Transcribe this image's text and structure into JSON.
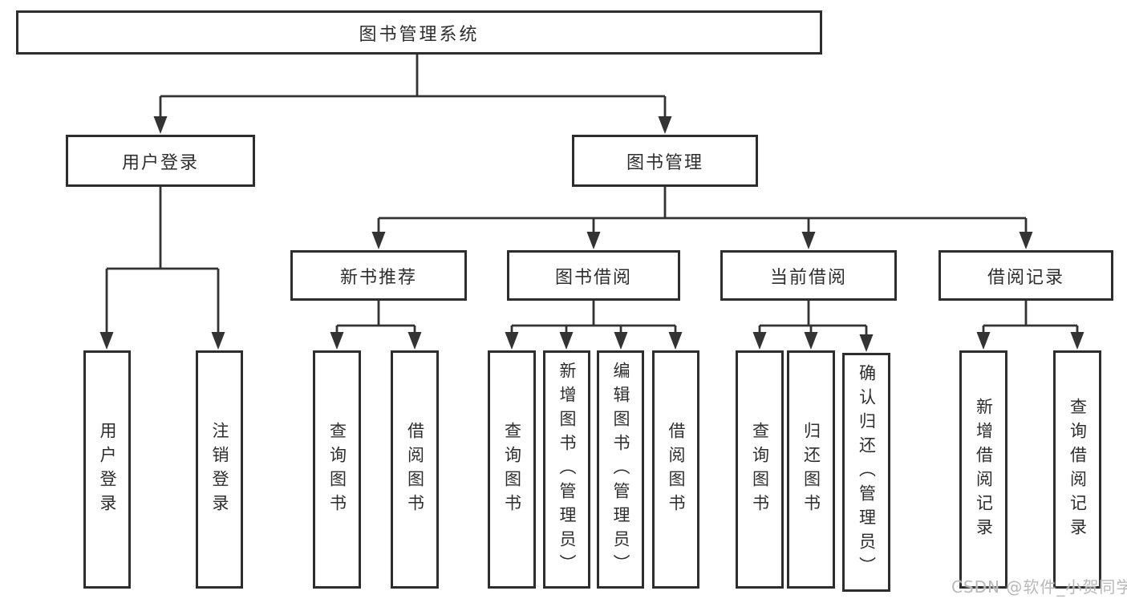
{
  "tree": {
    "label": "图书管理系统",
    "children": [
      {
        "label": "用户登录",
        "children": [
          {
            "label": "用户登录"
          },
          {
            "label": "注销登录"
          }
        ]
      },
      {
        "label": "图书管理",
        "children": [
          {
            "label": "新书推荐",
            "children": [
              {
                "label": "查询图书"
              },
              {
                "label": "借阅图书"
              }
            ]
          },
          {
            "label": "图书借阅",
            "children": [
              {
                "label": "查询图书"
              },
              {
                "label": "新增图书（管理员）"
              },
              {
                "label": "编辑图书（管理员）"
              },
              {
                "label": "借阅图书"
              }
            ]
          },
          {
            "label": "当前借阅",
            "children": [
              {
                "label": "查询图书"
              },
              {
                "label": "归还图书"
              },
              {
                "label": "确认归还（管理员）"
              }
            ]
          },
          {
            "label": "借阅记录",
            "children": [
              {
                "label": "新增借阅记录"
              },
              {
                "label": "查询借阅记录"
              }
            ]
          }
        ]
      }
    ]
  },
  "watermark": {
    "text": "CSDN @软件_小贺同学"
  },
  "colors": {
    "line": "#333333",
    "border": "#2d2d2d",
    "text": "#2e2e2e",
    "watermark": "#b9b9b9",
    "background": "#ffffff"
  }
}
